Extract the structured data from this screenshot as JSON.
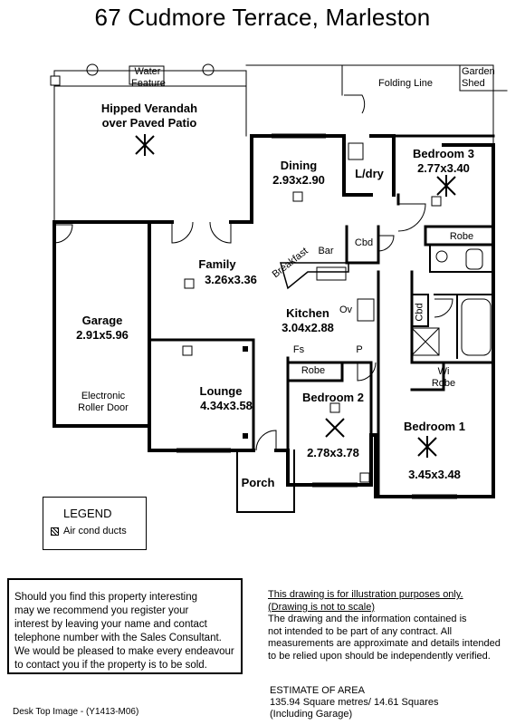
{
  "title": "67 Cudmore Terrace, Marleston",
  "rooms": {
    "verandah": "Hipped Verandah\nover Paved Patio",
    "water_feature": "Water\nFeature",
    "folding_line": "Folding Line",
    "garden_shed": "Garden\nShed",
    "dining_name": "Dining",
    "dining_size": "2.93x2.90",
    "laundry": "L/dry",
    "bed3_name": "Bedroom 3",
    "bed3_size": "2.77x3.40",
    "robe3": "Robe",
    "cbd_top": "Cbd",
    "breakfast": "Breakfast",
    "bar": "Bar",
    "family_name": "Family",
    "family_size": "3.26x3.36",
    "garage_name": "Garage",
    "garage_size": "2.91x5.96",
    "kitchen_name": "Kitchen",
    "kitchen_size": "3.04x2.88",
    "ov": "Ov",
    "fs": "Fs",
    "p": "P",
    "cbd_side": "Cbd",
    "lounge_name": "Lounge",
    "lounge_size": "4.34x3.58",
    "robe2": "Robe",
    "bed2_name": "Bedroom 2",
    "bed2_size": "2.78x3.78",
    "wi_robe": "Wi\nRobe",
    "bed1_name": "Bedroom 1",
    "bed1_size": "3.45x3.48",
    "roller_door": "Electronic\nRoller Door",
    "porch": "Porch"
  },
  "legend": {
    "title": "LEGEND",
    "item": "Air cond ducts"
  },
  "contact_box": "Should you find this property interesting\nmay we recommend you register your\ninterest by leaving your name and contact\ntelephone number with the Sales Consultant.\nWe would be pleased to make every endeavour\nto contact you if the property is to be sold.",
  "disclaimer": {
    "line1": "This drawing is for illustration purposes only.",
    "line2": "(Drawing is not to scale)",
    "body": "The drawing and the information contained is\nnot intended to be part of any contract.  All\nmeasurements are approximate and details intended\nto be relied upon should be independently verified."
  },
  "area": {
    "heading": "ESTIMATE OF AREA",
    "value": "135.94 Square metres/  14.61 Squares",
    "note": "(Including Garage)"
  },
  "footer": "Desk Top Image - (Y1413-M06)"
}
